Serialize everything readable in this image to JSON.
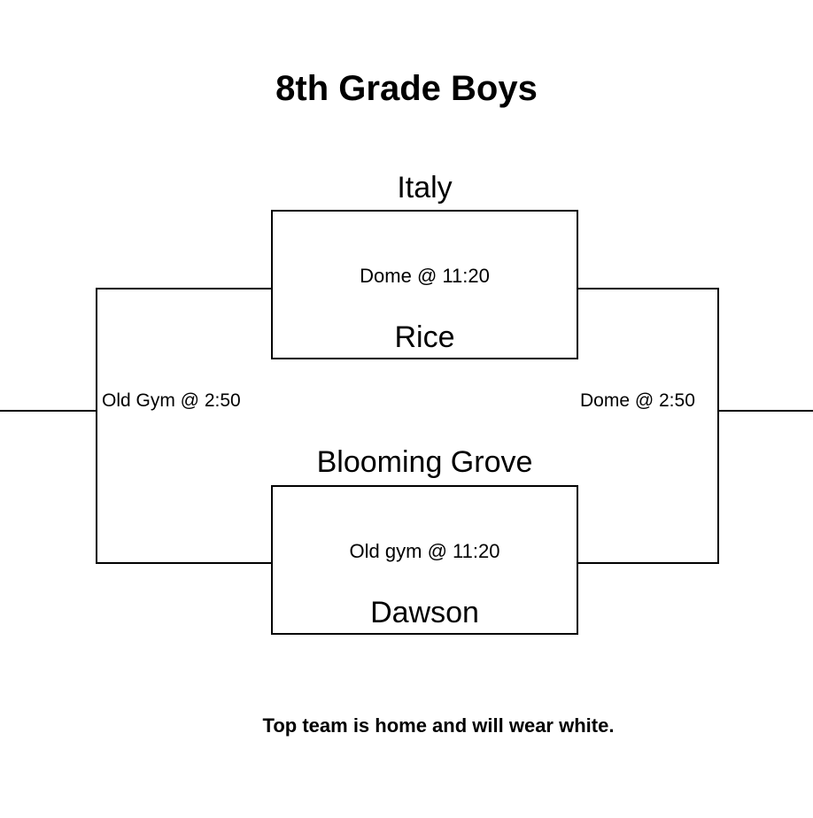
{
  "title": "8th Grade Boys",
  "note": "Top team is home and will wear white.",
  "bracket": {
    "games": [
      {
        "top_team": "Italy",
        "info": "Dome @ 11:20",
        "bottom_team": "Rice"
      },
      {
        "top_team": "Blooming Grove",
        "info": "Old gym @ 11:20",
        "bottom_team": "Dawson"
      }
    ],
    "final_left": "Old Gym @ 2:50",
    "final_right": "Dome @ 2:50"
  },
  "colors": {
    "background": "#ffffff",
    "text": "#000000",
    "line": "#000000"
  }
}
